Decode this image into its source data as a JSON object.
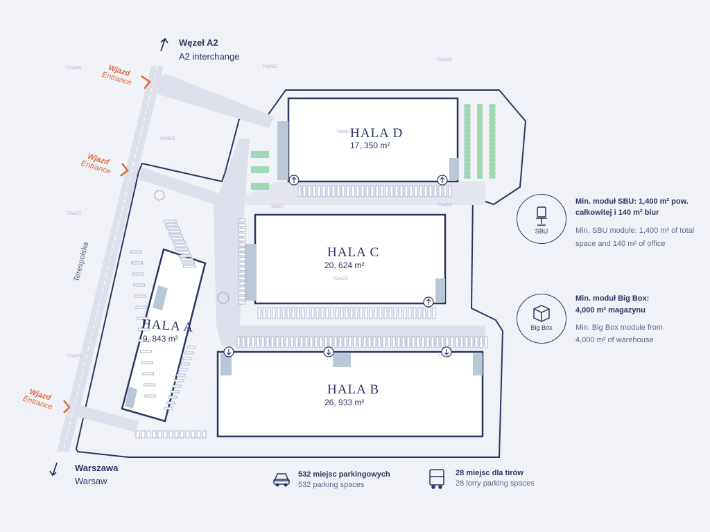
{
  "directions": {
    "north": {
      "pl": "Węzeł A2",
      "en": "A2 interchange"
    },
    "south": {
      "pl": "Warszawa",
      "en": "Warsaw"
    }
  },
  "road_label": "Terespolska",
  "entrances": [
    {
      "pl": "Wjazd",
      "en": "Entrance"
    },
    {
      "pl": "Wjazd",
      "en": "Entrance"
    },
    {
      "pl": "Wjazd",
      "en": "Entrance"
    }
  ],
  "halls": {
    "d": {
      "name": "HALA D",
      "area": "17, 350 m²"
    },
    "c": {
      "name": "HALA C",
      "area": "20, 624 m²"
    },
    "a": {
      "name": "HALA A",
      "area": "9, 843 m²"
    },
    "b": {
      "name": "HALA B",
      "area": "26, 933 m²"
    }
  },
  "info": {
    "sbu": {
      "badge": "SBU",
      "pl_line1": "Min. moduł SBU: 1,400 m² pow.",
      "pl_line2": "całkowitej i 140 m² biur",
      "en_line1": "Min. SBU module: 1,400 m² of total",
      "en_line2": "space and 140 m² of office"
    },
    "bigbox": {
      "badge": "Big Box",
      "pl_line1": "Min. moduł Big Box:",
      "pl_line2": "4,000 m² magazynu",
      "en_line1": "Min. Big Box module from",
      "en_line2": "4,000 m² of warehouse"
    }
  },
  "legend": {
    "cars": {
      "pl": "532 miejsc parkingowych",
      "en": "532 parking spaces"
    },
    "lorries": {
      "pl": "28 miejsc dla tirów",
      "en": "28 lorry parking spaces"
    }
  },
  "watermark": "TOWER",
  "colors": {
    "ink": "#2a3563",
    "accent": "#e0663a",
    "road": "#dde0ea",
    "dock": "#b9c8d6",
    "green": "#9fd9b4",
    "background": "#f1f2f8"
  },
  "icons": {
    "north_arrow": "arrow-up-right-icon",
    "south_arrow": "arrow-down-left-icon",
    "sbu": "office-chair-icon",
    "bigbox": "package-box-icon",
    "cars": "car-icon",
    "lorries": "truck-icon",
    "dock_door": "arrow-up-in-circle-icon"
  }
}
